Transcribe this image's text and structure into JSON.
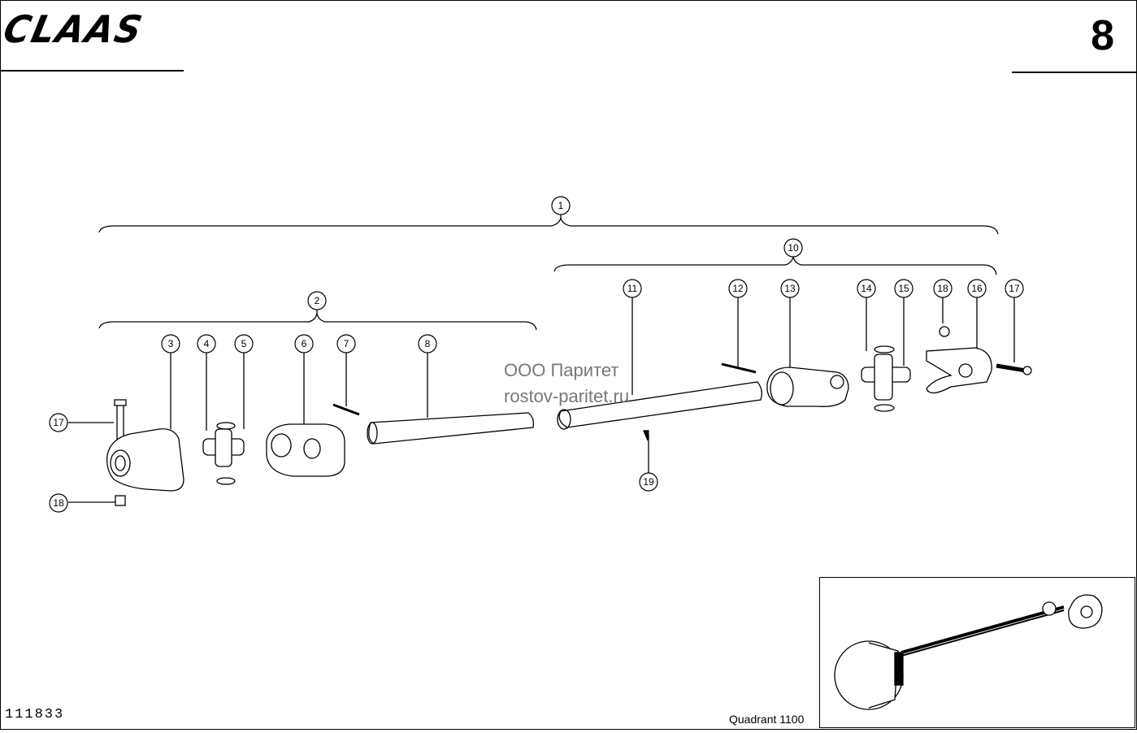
{
  "header": {
    "logo_text": "CLAAS",
    "page_number": "8"
  },
  "watermark": {
    "line1": "ООО Паритет",
    "line2": "rostov-paritet.ru"
  },
  "footer": {
    "doc_number": "111833",
    "model": "Quadrant 1100"
  },
  "callouts": [
    {
      "id": "c1",
      "label": "1"
    },
    {
      "id": "c2",
      "label": "2"
    },
    {
      "id": "c3",
      "label": "3"
    },
    {
      "id": "c4",
      "label": "4"
    },
    {
      "id": "c5",
      "label": "5"
    },
    {
      "id": "c6",
      "label": "6"
    },
    {
      "id": "c7",
      "label": "7"
    },
    {
      "id": "c8",
      "label": "8"
    },
    {
      "id": "c10",
      "label": "10"
    },
    {
      "id": "c11",
      "label": "11"
    },
    {
      "id": "c12",
      "label": "12"
    },
    {
      "id": "c13",
      "label": "13"
    },
    {
      "id": "c14",
      "label": "14"
    },
    {
      "id": "c15",
      "label": "15"
    },
    {
      "id": "c18a",
      "label": "18"
    },
    {
      "id": "c16",
      "label": "16"
    },
    {
      "id": "c17a",
      "label": "17"
    },
    {
      "id": "c17b",
      "label": "17"
    },
    {
      "id": "c18b",
      "label": "18"
    },
    {
      "id": "c19",
      "label": "19"
    }
  ]
}
